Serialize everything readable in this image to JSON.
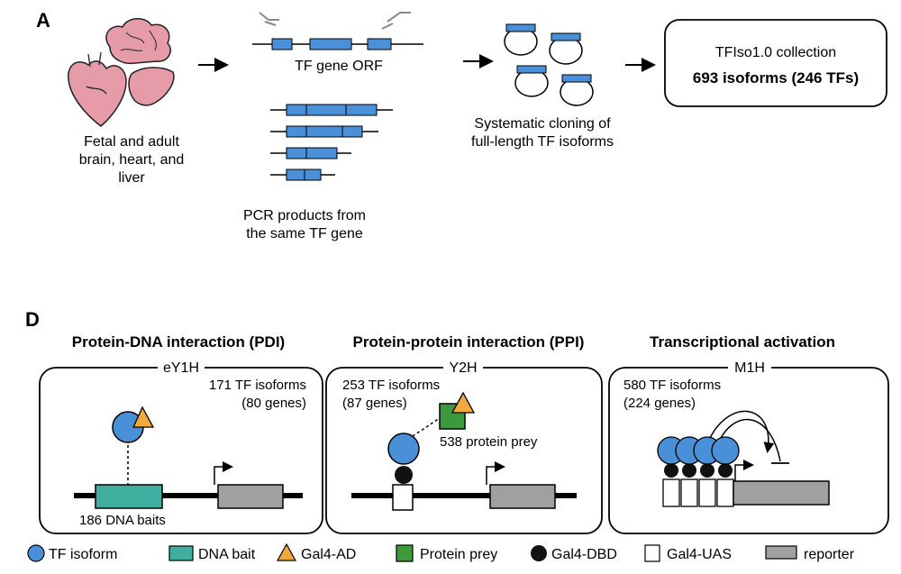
{
  "panel_a": {
    "label": "A",
    "tissues": [
      "Fetal and adult",
      "brain, heart, and",
      "liver"
    ],
    "orf_label": "TF gene ORF",
    "pcr_label": [
      "PCR products from",
      "the same TF gene"
    ],
    "cloning_label": [
      "Systematic cloning of",
      "full-length TF isoforms"
    ],
    "collection_name": "TFIso1.0 collection",
    "collection_count": "693 isoforms (246 TFs)"
  },
  "panel_d": {
    "label": "D",
    "assays": [
      {
        "title": "Protein-DNA interaction (PDI)",
        "box_label": "eY1H",
        "count_line1": "171 TF isoforms",
        "count_line2": "(80 genes)",
        "extra": "186 DNA baits"
      },
      {
        "title": "Protein-protein interaction (PPI)",
        "box_label": "Y2H",
        "count_line1": "253 TF isoforms",
        "count_line2": "(87 genes)",
        "extra": "538 protein prey"
      },
      {
        "title": "Transcriptional activation",
        "box_label": "M1H",
        "count_line1": "580 TF isoforms",
        "count_line2": "(224 genes)"
      }
    ],
    "legend": [
      {
        "label": "TF isoform",
        "icon": "blue-circle"
      },
      {
        "label": "DNA bait",
        "icon": "teal-rect"
      },
      {
        "label": "Gal4-AD",
        "icon": "orange-triangle"
      },
      {
        "label": "Protein prey",
        "icon": "green-square"
      },
      {
        "label": "Gal4-DBD",
        "icon": "black-circle"
      },
      {
        "label": "Gal4-UAS",
        "icon": "white-square"
      },
      {
        "label": "reporter",
        "icon": "gray-rect"
      }
    ]
  },
  "colors": {
    "blue": "#4a90d9",
    "teal": "#3fae9e",
    "orange": "#f2a93b",
    "green": "#3c9a3c",
    "gray": "#a0a0a0",
    "pink": "#e69ca8"
  }
}
